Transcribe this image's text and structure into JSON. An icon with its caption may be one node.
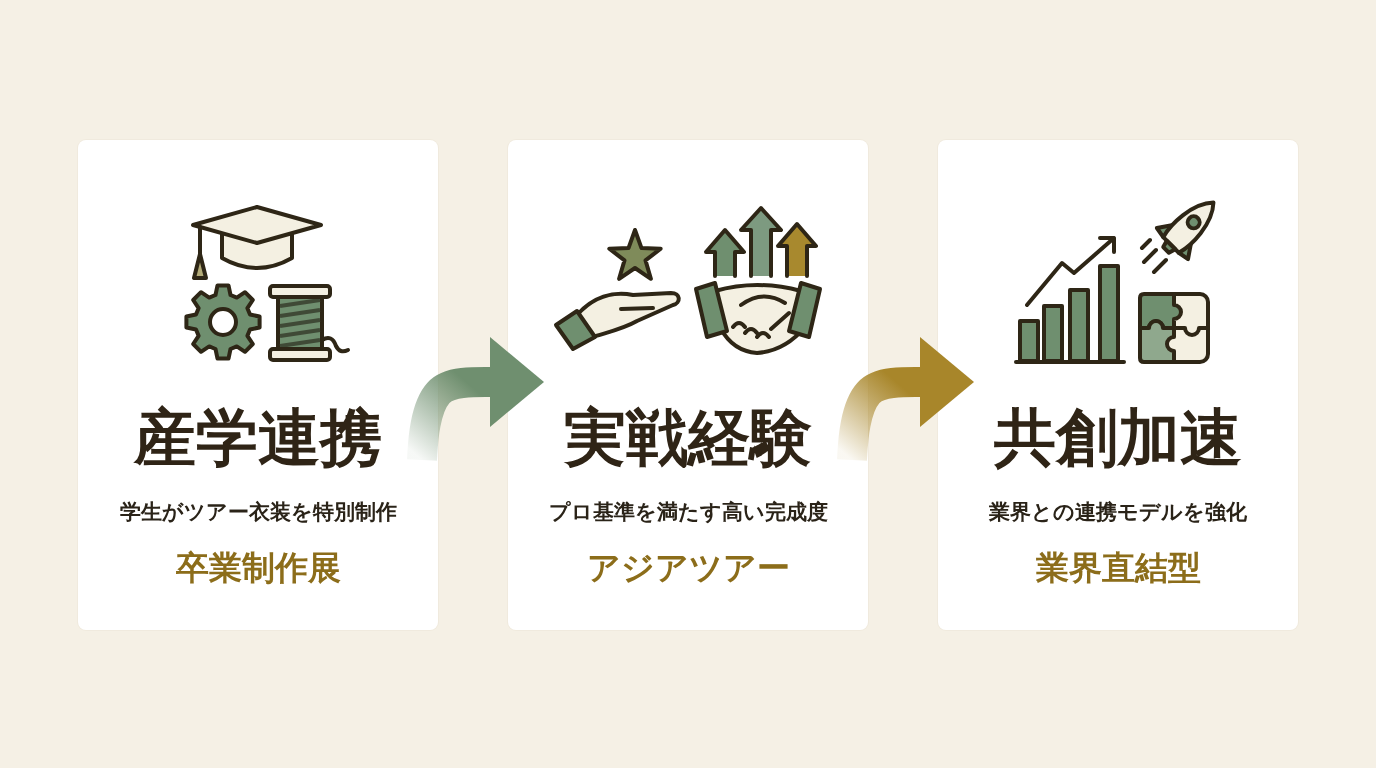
{
  "diagram": {
    "nodes": [
      {
        "text": [
          "産学連携",
          "学生がツアー衣装を特別制作",
          "卒業制作展"
        ]
      },
      {
        "text": [
          "実戦経験",
          "プロ基準を満たす高い完成度",
          "アジアツアー"
        ]
      },
      {
        "text": [
          "共創加速",
          "業界との連携モデルを強化",
          "業界直結型"
        ]
      }
    ],
    "edges": [
      {
        "from": 0,
        "to": 1,
        "arrow": "to",
        "color": "#6f8f6f"
      },
      {
        "from": 1,
        "to": 2,
        "arrow": "to",
        "color": "#a8862a"
      }
    ]
  }
}
